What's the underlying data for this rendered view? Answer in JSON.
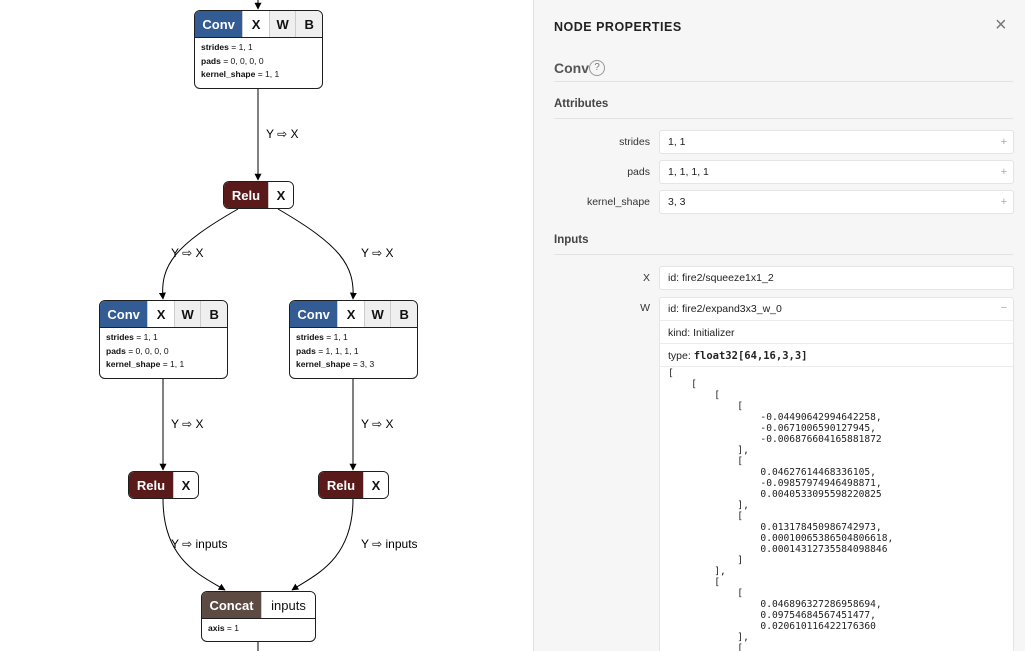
{
  "graph": {
    "nodes": [
      {
        "id": "conv_top",
        "op": "Conv",
        "inputs": [
          "X",
          "W",
          "B"
        ],
        "attrs": [
          {
            "name": "strides",
            "value": "1, 1"
          },
          {
            "name": "pads",
            "value": "0, 0, 0, 0"
          },
          {
            "name": "kernel_shape",
            "value": "1, 1"
          }
        ]
      },
      {
        "id": "relu_mid",
        "op": "Relu",
        "inputs": [
          "X"
        ]
      },
      {
        "id": "conv_left",
        "op": "Conv",
        "inputs": [
          "X",
          "W",
          "B"
        ],
        "attrs": [
          {
            "name": "strides",
            "value": "1, 1"
          },
          {
            "name": "pads",
            "value": "0, 0, 0, 0"
          },
          {
            "name": "kernel_shape",
            "value": "1, 1"
          }
        ]
      },
      {
        "id": "conv_right",
        "op": "Conv",
        "inputs": [
          "X",
          "W",
          "B"
        ],
        "attrs": [
          {
            "name": "strides",
            "value": "1, 1"
          },
          {
            "name": "pads",
            "value": "1, 1, 1, 1"
          },
          {
            "name": "kernel_shape",
            "value": "3, 3"
          }
        ]
      },
      {
        "id": "relu_left",
        "op": "Relu",
        "inputs": [
          "X"
        ]
      },
      {
        "id": "relu_right",
        "op": "Relu",
        "inputs": [
          "X"
        ]
      },
      {
        "id": "concat",
        "op": "Concat",
        "inputs": [
          "inputs"
        ],
        "attrs": [
          {
            "name": "axis",
            "value": "1"
          }
        ]
      }
    ],
    "edge_labels": [
      "Y ⇨ X",
      "Y ⇨ X",
      "Y ⇨ X",
      "Y ⇨ X",
      "Y ⇨ X",
      "Y ⇨ inputs",
      "Y ⇨ inputs"
    ]
  },
  "panel": {
    "title": "NODE PROPERTIES",
    "close_icon": "×",
    "op_name": "Conv",
    "help_icon": "?",
    "attributes_title": "Attributes",
    "attributes": [
      {
        "name": "strides",
        "value": "1, 1"
      },
      {
        "name": "pads",
        "value": "1, 1, 1, 1"
      },
      {
        "name": "kernel_shape",
        "value": "3, 3"
      }
    ],
    "inputs_title": "Inputs",
    "inputs": [
      {
        "name": "X",
        "value": "id: fire2/squeeze1x1_2"
      },
      {
        "name": "W",
        "value": "id: fire2/expand3x3_w_0",
        "kind": "kind: Initializer",
        "type_label": "type: ",
        "type_value": "float32[64,16,3,3]"
      }
    ],
    "expand_icon": "+",
    "collapse_icon": "−",
    "tensor_text": "[\n    [\n        [\n            [\n                -0.04490642994642258,\n                -0.0671006590127945,\n                -0.006876604165881872\n            ],\n            [\n                0.04627614468336105,\n                -0.09857974946498871,\n                0.0040533095598220825\n            ],\n            [\n                0.013178450986742973,\n                0.00010065386504806618,\n                0.00014312735584098846\n            ]\n        ],\n        [\n            [\n                0.046896327286958694,\n                0.09754684567451477,\n                0.020610116422176360\n            ],\n            ["
  }
}
